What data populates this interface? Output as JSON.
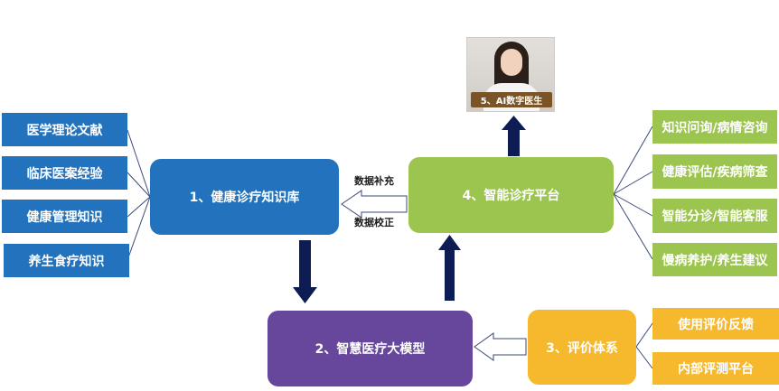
{
  "colors": {
    "knowledge_blue": "#2272bd",
    "model_purple": "#66479b",
    "platform_green": "#9cc54f",
    "eval_yellow": "#f6b92d",
    "arrow_navy": "#0d1d54",
    "connector_line": "#3a4a7a",
    "caption_brown": "#7a5427"
  },
  "sources": [
    {
      "label": "医学理论文献"
    },
    {
      "label": "临床医案经验"
    },
    {
      "label": "健康管理知识"
    },
    {
      "label": "养生食疗知识"
    }
  ],
  "nodes": {
    "knowledge_base": "1、健康诊疗知识库",
    "model": "2、智慧医疗大模型",
    "evaluation": "3、评价体系",
    "platform": "4、智能诊疗平台",
    "ai_doctor": "5、AI数字医生"
  },
  "arrow_labels": {
    "supplement": "数据补充",
    "correction": "数据校正"
  },
  "outputs": [
    {
      "label": "知识问询/病情咨询"
    },
    {
      "label": "健康评估/疾病筛查"
    },
    {
      "label": "智能分诊/智能客服"
    },
    {
      "label": "慢病养护/养生建议"
    }
  ],
  "evaluation_items": [
    {
      "label": "使用评价反馈"
    },
    {
      "label": "内部评测平台"
    }
  ]
}
